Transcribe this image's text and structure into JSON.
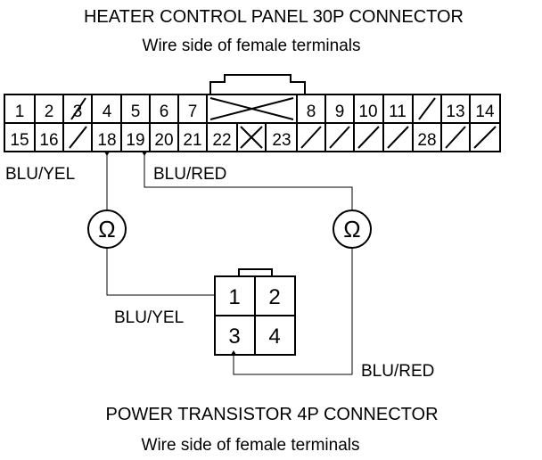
{
  "heater": {
    "title": "HEATER CONTROL PANEL 30P CONNECTOR",
    "subtitle": "Wire side of female terminals",
    "row1": [
      "1",
      "2",
      "3",
      "4",
      "5",
      "6",
      "7",
      "8",
      "9",
      "10",
      "11",
      "13",
      "14"
    ],
    "row2": [
      "15",
      "16",
      "18",
      "19",
      "20",
      "21",
      "22",
      "23",
      "28"
    ]
  },
  "wires": {
    "left_top": "BLU/YEL",
    "right_top": "BLU/RED",
    "left_bottom": "BLU/YEL",
    "right_bottom": "BLU/RED"
  },
  "meters": {
    "symbol": "Ω"
  },
  "transistor": {
    "title": "POWER TRANSISTOR 4P CONNECTOR",
    "subtitle": "Wire side of female terminals",
    "pins": [
      "1",
      "2",
      "3",
      "4"
    ]
  }
}
